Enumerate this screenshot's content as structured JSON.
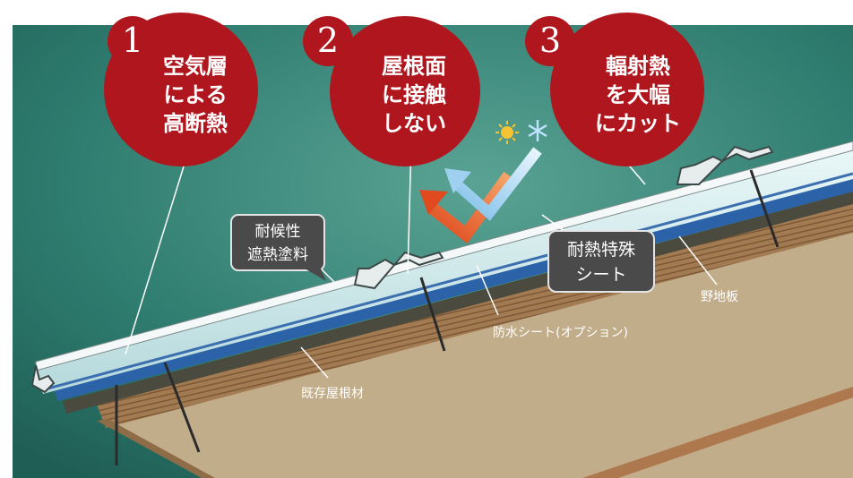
{
  "badges": [
    {
      "number": "1",
      "lines": [
        "空気層",
        "による",
        "高断熱"
      ]
    },
    {
      "number": "2",
      "lines": [
        "屋根面",
        "に接触",
        "しない"
      ]
    },
    {
      "number": "3",
      "lines": [
        "輻射熱",
        "を大幅",
        "にカット"
      ]
    }
  ],
  "callouts": {
    "coating": [
      "耐候性",
      "遮熱塗料"
    ],
    "sheet": [
      "耐熱特殊",
      "シート"
    ]
  },
  "labels": {
    "sheathing": "野地板",
    "waterproof": "防水シート(オプション)",
    "existing_roof": "既存屋根材"
  },
  "icons": {
    "sun": "sun-icon",
    "snow": "snowflake-icon"
  },
  "colors": {
    "background": "#2f7d70",
    "badge_red": "#b0161d",
    "callout_gray": "#4a4a4a",
    "sheathing_tan": "#c2ad8a",
    "existing_roof_blue": "#2c63a8",
    "arrow_orange": "#e8592a",
    "arrow_blue": "#9fd0f0"
  }
}
